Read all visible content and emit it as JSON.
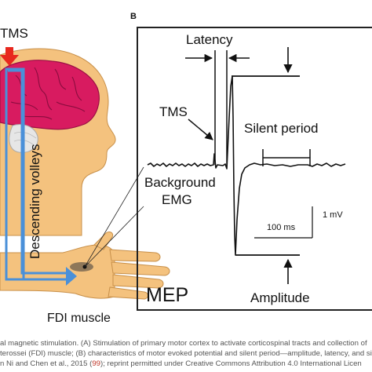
{
  "panel_b_letter": "B",
  "panel_a": {
    "tms_label": "TMS",
    "volleys_label": "Descending volleys",
    "muscle_label": "FDI muscle"
  },
  "panel_b": {
    "latency_label": "Latency",
    "tms_label": "TMS",
    "silent_period_label": "Silent period",
    "background_label_1": "Background",
    "background_label_2": "EMG",
    "scale_y_label": "1 mV",
    "scale_x_label": "100 ms",
    "mep_label": "MEP",
    "amplitude_label": "Amplitude"
  },
  "caption": {
    "line1": "al magnetic stimulation. (A) Stimulation of primary motor cortex to activate corticospinal tracts and collection of",
    "line2": "terossei (FDI) muscle; (B) characteristics of motor evoked potential and silent period—amplitude, latency, and si",
    "line3_before": "n Ni and Chen et al., 2015 (",
    "line3_ref": "99",
    "line3_after": "); reprint permitted under Creative Commons Attribution 4.0 International Licen"
  },
  "colors": {
    "arrow_red": "#e8281e",
    "brain": "#d81b60",
    "skin": "#f4c27e",
    "pathway_blue": "#4a90d9",
    "ref_red": "#c0392b"
  }
}
